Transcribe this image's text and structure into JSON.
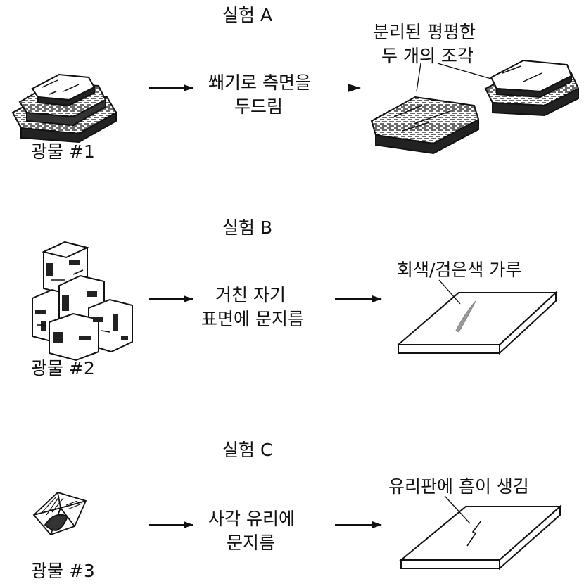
{
  "experiments": [
    {
      "title": "실험 A",
      "mineral_label": "광물 #1",
      "action_line1": "쐐기로 측면을",
      "action_line2": "두드림",
      "result_line1": "분리된 평평한",
      "result_line2": "두 개의 조각"
    },
    {
      "title": "실험 B",
      "mineral_label": "광물 #2",
      "action_line1": "거친 자기",
      "action_line2": "표면에 문지름",
      "result_line1": "회색/검은색 가루"
    },
    {
      "title": "실험 C",
      "mineral_label": "광물 #3",
      "action_line1": "사각 유리에",
      "action_line2": "문지름",
      "result_line1": "유리판에 흠이 생김"
    }
  ],
  "icons": {
    "mineral_1": "layered-flat-rock-icon",
    "mineral_1_split": "split-flat-pieces-icon",
    "mineral_2": "cubic-crystal-cluster-icon",
    "mineral_3": "octahedral-crystal-icon",
    "porcelain_plate": "porcelain-streak-plate-icon",
    "glass_plate": "glass-plate-icon",
    "arrow": "right-arrow-icon"
  }
}
